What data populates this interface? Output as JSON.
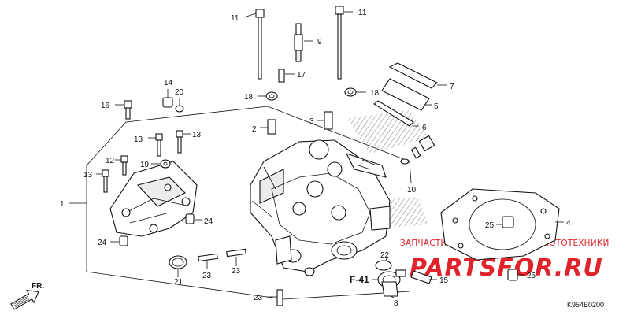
{
  "diagram": {
    "code": "K954E0200",
    "reference": "F-41",
    "direction": "FR.",
    "watermark": {
      "top_text": "ЗАПЧАСТИ И АКСЕССУАРЫ ДЛЯ МОТОТЕХНИКИ",
      "brand": "PARTSFOR.RU"
    },
    "callouts": {
      "c1": "1",
      "c2": "2",
      "c3": "3",
      "c4": "4",
      "c5": "5",
      "c6": "6",
      "c7": "7",
      "c8": "8",
      "c9": "9",
      "c10": "10",
      "c11a": "11",
      "c11b": "11",
      "c12": "12",
      "c13a": "13",
      "c13b": "13",
      "c13c": "13",
      "c14": "14",
      "c15": "15",
      "c16": "16",
      "c17": "17",
      "c18a": "18",
      "c18b": "18",
      "c19": "19",
      "c20": "20",
      "c21": "21",
      "c22": "22",
      "c23a": "23",
      "c23b": "23",
      "c23c": "23",
      "c24a": "24",
      "c24b": "24",
      "c25a": "25",
      "c25b": "25"
    }
  }
}
